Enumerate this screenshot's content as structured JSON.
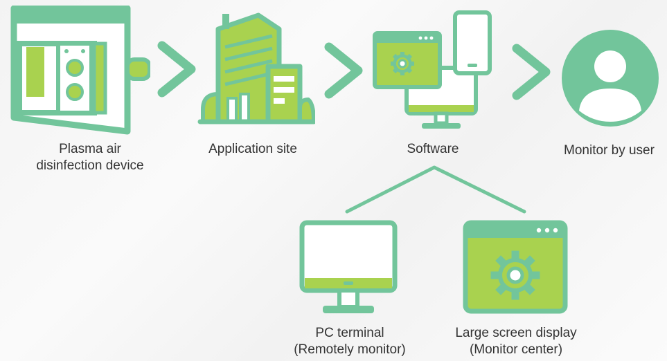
{
  "colors": {
    "green": "#72C59B",
    "lime": "#A9D24F",
    "text": "#333333"
  },
  "steps": [
    {
      "line1": "Plasma air",
      "line2": "disinfection device",
      "icon": "plasma-device-icon"
    },
    {
      "line1": "Application site",
      "icon": "building-icon"
    },
    {
      "line1": "Software",
      "icon": "software-devices-icon"
    },
    {
      "line1": "Monitor by user",
      "icon": "user-icon"
    }
  ],
  "branches": [
    {
      "line1": "PC terminal",
      "line2": "(Remotely monitor)",
      "icon": "pc-monitor-icon"
    },
    {
      "line1": "Large screen display",
      "line2": "(Monitor center)",
      "icon": "large-screen-icon"
    }
  ]
}
